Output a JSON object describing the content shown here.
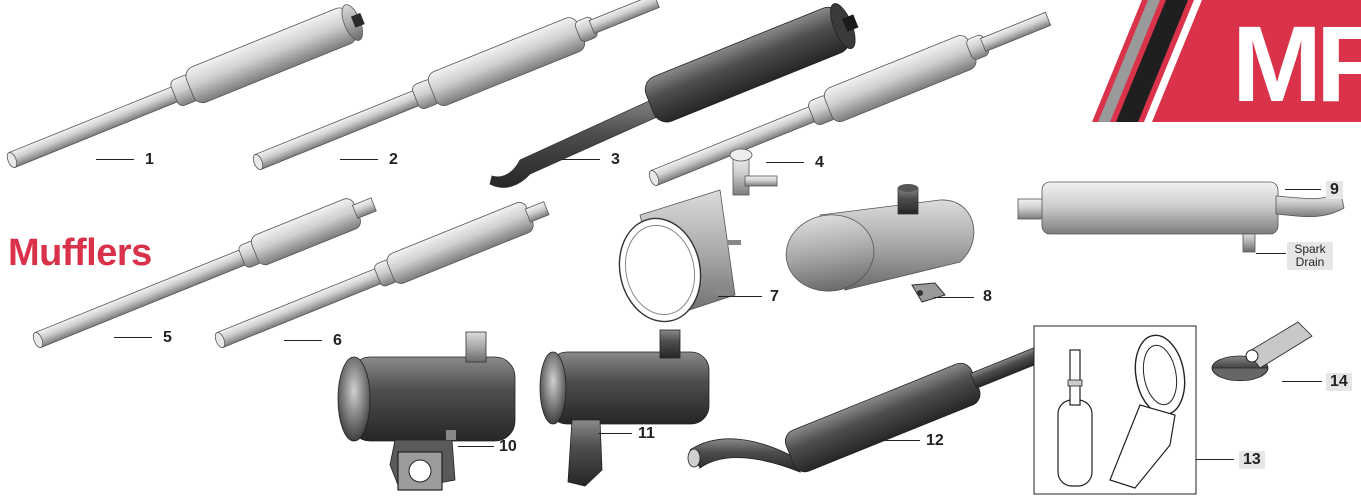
{
  "page": {
    "title": "Mufflers",
    "brand_text": "MF",
    "spark_drain_label": "Spark Drain"
  },
  "parts": [
    "1",
    "2",
    "3",
    "4",
    "5",
    "6",
    "7",
    "8",
    "9",
    "10",
    "11",
    "12",
    "13",
    "14"
  ],
  "colors": {
    "brand_red": "#d9324a",
    "brand_gray": "#9a9a9a",
    "brand_black": "#1f1f1f",
    "metal_light": "#c8c8c8",
    "metal_mid": "#8e8e8e",
    "metal_dark": "#4a4a4a",
    "label_box": "#e6e6e6"
  },
  "icons": [
    "muffler-illustration",
    "brand-logo",
    "tail-pipe-illustration",
    "exhaust-cap-illustration"
  ]
}
